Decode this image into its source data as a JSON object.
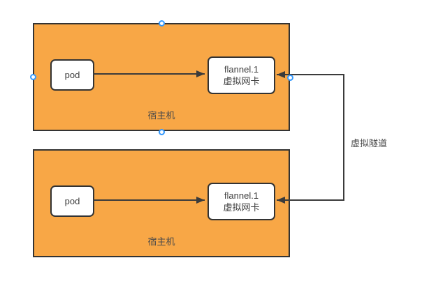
{
  "canvas": {
    "background": "#ffffff",
    "shape_fill": "#F8A746",
    "shape_stroke": "#333333",
    "line_color": "#3B3B3B",
    "label_color": "#4A4A4A",
    "handle_color": "#3399FF"
  },
  "hosts": [
    {
      "label": "宿主机",
      "pod": {
        "label": "pod"
      },
      "nic": {
        "line1": "flannel.1",
        "line2": "虚拟网卡"
      }
    },
    {
      "label": "宿主机",
      "pod": {
        "label": "pod"
      },
      "nic": {
        "line1": "flannel.1",
        "line2": "虚拟网卡"
      }
    }
  ],
  "connectors": {
    "tunnel_label": "虚拟隧道"
  }
}
